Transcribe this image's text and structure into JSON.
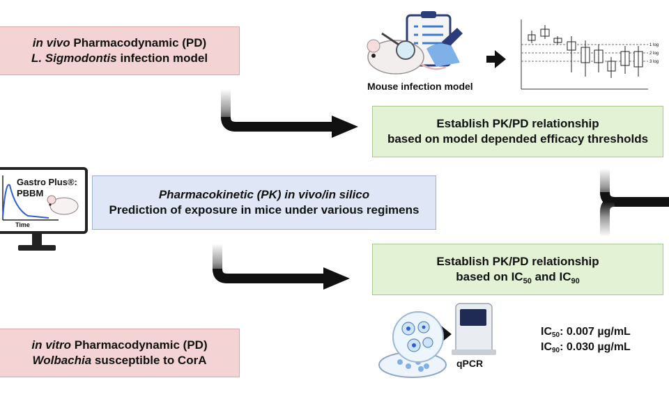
{
  "pd_in_vivo": {
    "line1_italic": "in vivo",
    "line1_rest": " Pharmacodynamic (PD)",
    "line2_italic": "L. Sigmodontis",
    "line2_rest": " infection model"
  },
  "pd_in_vitro": {
    "line1_italic": "in vitro",
    "line1_rest": " Pharmacodynamic (PD)",
    "line2_italic": "Wolbachia",
    "line2_rest": " susceptible to CorA"
  },
  "pk": {
    "line1": "Pharmacokinetic (PK) in vivo/in silico",
    "line2": "Prediction of exposure in mice under various regimens"
  },
  "establish_1": {
    "line1": "Establish PK/PD relationship",
    "line2": "based on model depended efficacy thresholds"
  },
  "establish_2": {
    "line1": "Establish PK/PD relationship",
    "line2_pre": "based on IC",
    "line2_sub1": "50",
    "line2_mid": " and IC",
    "line2_sub2": "90"
  },
  "mouse_model_label": "Mouse infection model",
  "monitor": {
    "title": "Gastro Plus®: PBBM",
    "axis_label": "Time"
  },
  "qpcr_label": "qPCR",
  "ic_values": {
    "ic50_prefix": "IC",
    "ic50_sub": "50",
    "ic50_value": ": 0.007 µg/mL",
    "ic90_prefix": "IC",
    "ic90_sub": "90",
    "ic90_value": ": 0.030 µg/mL"
  },
  "boxplot": {
    "thresholds": [
      "1 log",
      "2 log",
      "3 log"
    ]
  },
  "colors": {
    "pd_fill": "#f3d3d3",
    "pk_fill": "#dfe6f6",
    "establish_fill": "#e3f1d4",
    "arrow": "#111111"
  }
}
